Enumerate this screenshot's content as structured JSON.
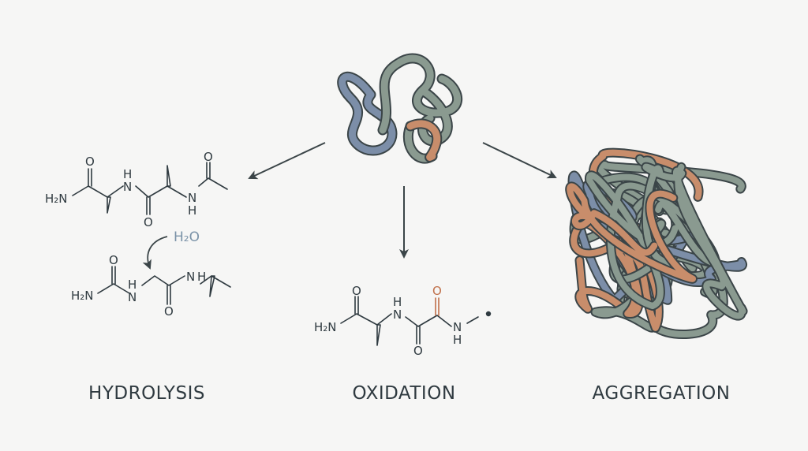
{
  "labels": {
    "hydrolysis": "HYDROLYSIS",
    "oxidation": "OXIDATION",
    "aggregation": "AGGREGATION"
  },
  "hydrolysis": {
    "top": {
      "o1": "O",
      "nh1": "N",
      "h1": "H",
      "o2": "O",
      "o3": "O",
      "nh2": "N",
      "h2": "H",
      "h2n": "H₂N"
    },
    "water": "H₂O",
    "bottom": {
      "o1": "O",
      "nh1": "N",
      "h1": "H",
      "o2": "O",
      "nh2": "N",
      "h2": "H",
      "h2n": "H₂N"
    }
  },
  "oxidation": {
    "o1": "O",
    "nh1": "N",
    "h1": "H",
    "o2": "O",
    "o3": "O",
    "nh2": "N",
    "h2": "H",
    "h2n": "H₂N"
  },
  "colors": {
    "strand_gray": "#8a9a90",
    "strand_blue": "#7c8ea8",
    "strand_orange": "#c88d6b",
    "outline": "#3b4548",
    "water": "#7b93a8",
    "oxygen_highlight": "#c0704a"
  }
}
